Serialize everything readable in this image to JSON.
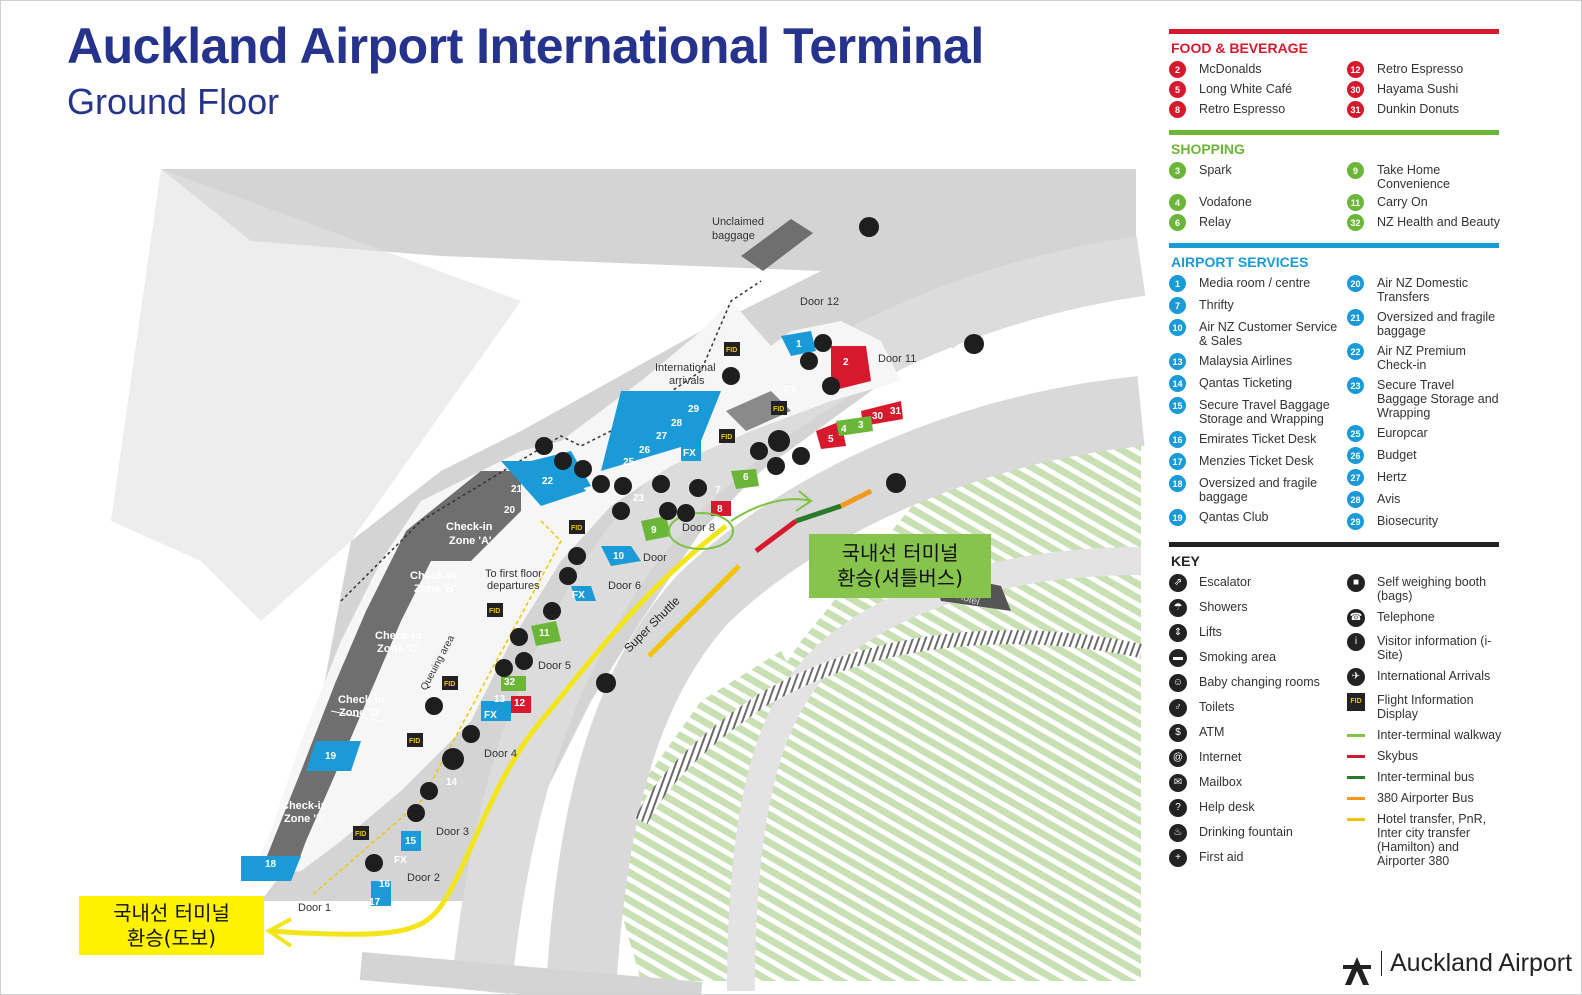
{
  "header": {
    "title": "Auckland Airport International Terminal",
    "subtitle": "Ground Floor"
  },
  "map_labels": {
    "unclaimed_baggage": [
      "Unclaimed",
      "baggage"
    ],
    "international_arrivals": [
      "International",
      "arrivals"
    ],
    "door_12": "Door 12",
    "door_11": "Door 11",
    "door_8": "Door 8",
    "door_7": "Door",
    "door_6": "Door 6",
    "door_5": "Door 5",
    "door_4": "Door 4",
    "door_3": "Door 3",
    "door_2": "Door 2",
    "door_1": "Door 1",
    "checkin_a": [
      "Check-in",
      "Zone 'A'"
    ],
    "checkin_b": [
      "Check-in",
      "Zone 'B'"
    ],
    "checkin_c": [
      "Check-in",
      "Zone 'C'"
    ],
    "checkin_d": [
      "Check-in",
      "Zone 'D'"
    ],
    "checkin_e": [
      "Check-in",
      "Zone 'E'"
    ],
    "first_floor": [
      "To first floor",
      "departures"
    ],
    "queuing_area": "Queuing area",
    "super_shuttle": "Super Shuttle",
    "hotel": "Hotel",
    "fid": "FID",
    "fx": "FX"
  },
  "annotations": {
    "shuttle_transfer": [
      "국내선 터미널",
      "환승(셔틀버스)"
    ],
    "walk_transfer": [
      "국내선 터미널",
      "환승(도보)"
    ]
  },
  "legend": {
    "food": {
      "heading": "FOOD & BEVERAGE",
      "color": "#d7192d",
      "items": [
        {
          "num": "2",
          "label": "McDonalds"
        },
        {
          "num": "12",
          "label": "Retro Espresso"
        },
        {
          "num": "5",
          "label": "Long White Café"
        },
        {
          "num": "30",
          "label": "Hayama Sushi"
        },
        {
          "num": "8",
          "label": "Retro Espresso"
        },
        {
          "num": "31",
          "label": "Dunkin Donuts"
        }
      ]
    },
    "shopping": {
      "heading": "SHOPPING",
      "color": "#6bb539",
      "items": [
        {
          "num": "3",
          "label": "Spark"
        },
        {
          "num": "9",
          "label": "Take Home Convenience"
        },
        {
          "num": "4",
          "label": "Vodafone"
        },
        {
          "num": "11",
          "label": "Carry On"
        },
        {
          "num": "6",
          "label": "Relay"
        },
        {
          "num": "32",
          "label": "NZ Health and Beauty"
        }
      ]
    },
    "services": {
      "heading": "AIRPORT SERVICES",
      "color": "#1a9ad6",
      "left": [
        {
          "num": "1",
          "label": "Media room / centre"
        },
        {
          "num": "7",
          "label": "Thrifty"
        },
        {
          "num": "10",
          "label": "Air NZ Customer Service & Sales"
        },
        {
          "num": "13",
          "label": "Malaysia Airlines"
        },
        {
          "num": "14",
          "label": "Qantas Ticketing"
        },
        {
          "num": "15",
          "label": "Secure Travel Baggage Storage and Wrapping"
        },
        {
          "num": "16",
          "label": "Emirates Ticket Desk"
        },
        {
          "num": "17",
          "label": "Menzies Ticket Desk"
        },
        {
          "num": "18",
          "label": "Oversized and fragile baggage"
        },
        {
          "num": "19",
          "label": "Qantas Club"
        }
      ],
      "right": [
        {
          "num": "20",
          "label": "Air NZ Domestic Transfers"
        },
        {
          "num": "21",
          "label": "Oversized and fragile baggage"
        },
        {
          "num": "22",
          "label": "Air NZ Premium Check-in"
        },
        {
          "num": "23",
          "label": "Secure Travel Baggage Storage and Wrapping"
        },
        {
          "num": "25",
          "label": "Europcar"
        },
        {
          "num": "26",
          "label": "Budget"
        },
        {
          "num": "27",
          "label": "Hertz"
        },
        {
          "num": "28",
          "label": "Avis"
        },
        {
          "num": "29",
          "label": "Biosecurity"
        }
      ]
    },
    "key": {
      "heading": "KEY",
      "left": [
        {
          "icon": "escalator-icon",
          "glyph": "⇗",
          "label": "Escalator"
        },
        {
          "icon": "shower-icon",
          "glyph": "☂",
          "label": "Showers"
        },
        {
          "icon": "lift-icon",
          "glyph": "⇕",
          "label": "Lifts"
        },
        {
          "icon": "smoking-icon",
          "glyph": "▬",
          "label": "Smoking area"
        },
        {
          "icon": "baby-change-icon",
          "glyph": "☺",
          "label": "Baby changing rooms"
        },
        {
          "icon": "toilet-icon",
          "glyph": "♂",
          "label": "Toilets"
        },
        {
          "icon": "atm-icon",
          "glyph": "$",
          "label": "ATM"
        },
        {
          "icon": "internet-icon",
          "glyph": "@",
          "label": "Internet"
        },
        {
          "icon": "mailbox-icon",
          "glyph": "✉",
          "label": "Mailbox"
        },
        {
          "icon": "help-desk-icon",
          "glyph": "?",
          "label": "Help desk"
        },
        {
          "icon": "drinking-fountain-icon",
          "glyph": "♨",
          "label": "Drinking fountain"
        },
        {
          "icon": "first-aid-icon",
          "glyph": "+",
          "label": "First aid"
        }
      ],
      "right": [
        {
          "icon": "weighing-booth-icon",
          "glyph": "■",
          "label": "Self weighing booth (bags)"
        },
        {
          "icon": "telephone-icon",
          "glyph": "☎",
          "label": "Telephone"
        },
        {
          "icon": "visitor-info-icon",
          "glyph": "i",
          "label": "Visitor information (i-Site)"
        },
        {
          "icon": "international-arrivals-icon",
          "glyph": "✈",
          "label": "International Arrivals"
        },
        {
          "icon": "fid-icon",
          "glyph": "FID",
          "label": "Flight Information Display"
        },
        {
          "icon": "walkway-line",
          "line_color": "#7dc243",
          "label": "Inter-terminal walkway"
        },
        {
          "icon": "skybus-line",
          "line_color": "#d7192d",
          "label": "Skybus"
        },
        {
          "icon": "inter-terminal-bus-line",
          "line_color": "#2b7a2b",
          "label": "Inter-terminal bus"
        },
        {
          "icon": "airporter-bus-line",
          "line_color": "#f39a1e",
          "label": "380 Airporter Bus"
        },
        {
          "icon": "hotel-transfer-line",
          "line_color": "#f2c500",
          "label": "Hotel transfer, PnR, Inter city transfer (Hamilton) and Airporter 380"
        }
      ]
    }
  },
  "logo": {
    "text": "Auckland Airport"
  },
  "colors": {
    "title": "#26338c",
    "blue": "#1a9ad6",
    "red": "#d7192d",
    "green": "#6bb539",
    "checkin": "#6f6f70",
    "walk_route": "#f2e51a",
    "note_green": "#86c44d",
    "note_yellow": "#fff200"
  }
}
